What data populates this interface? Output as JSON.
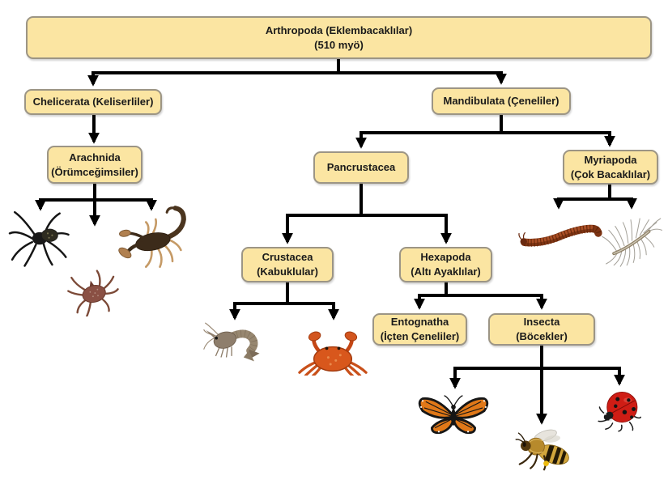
{
  "diagram": {
    "title": "Arthropoda (Eklembacaklılar) filogenetik ağacı",
    "colors": {
      "node_fill": "#FBE5A2",
      "node_border": "#9c9585",
      "connector": "#000000",
      "background": "#ffffff"
    },
    "nodes": {
      "arthropoda": {
        "label": "Arthropoda (Eklembacaklılar)\n(510 myö)"
      },
      "chelicerata": {
        "label": "Chelicerata (Keliserliler)"
      },
      "arachnida": {
        "label": "Arachnida\n(Örümceğimsiler)"
      },
      "mandibulata": {
        "label": "Mandibulata (Çeneliler)"
      },
      "pancrustacea": {
        "label": "Pancrustacea"
      },
      "myriapoda": {
        "label": "Myriapoda\n(Çok Bacaklılar)"
      },
      "crustacea": {
        "label": "Crustacea\n(Kabuklular)"
      },
      "hexapoda": {
        "label": "Hexapoda\n(Altı Ayaklılar)"
      },
      "entognatha": {
        "label": "Entognatha\n(İçten Çeneliler)"
      },
      "insecta": {
        "label": "Insecta\n(Böcekler)"
      }
    },
    "images": {
      "arachnida_examples": [
        "spider-icon",
        "tick-icon",
        "scorpion-icon"
      ],
      "myriapoda_examples": [
        "millipede-icon",
        "house-centipede-icon"
      ],
      "crustacea_examples": [
        "shrimp-icon",
        "crab-icon"
      ],
      "insecta_examples": [
        "butterfly-icon",
        "honeybee-icon",
        "ladybug-icon"
      ]
    }
  }
}
